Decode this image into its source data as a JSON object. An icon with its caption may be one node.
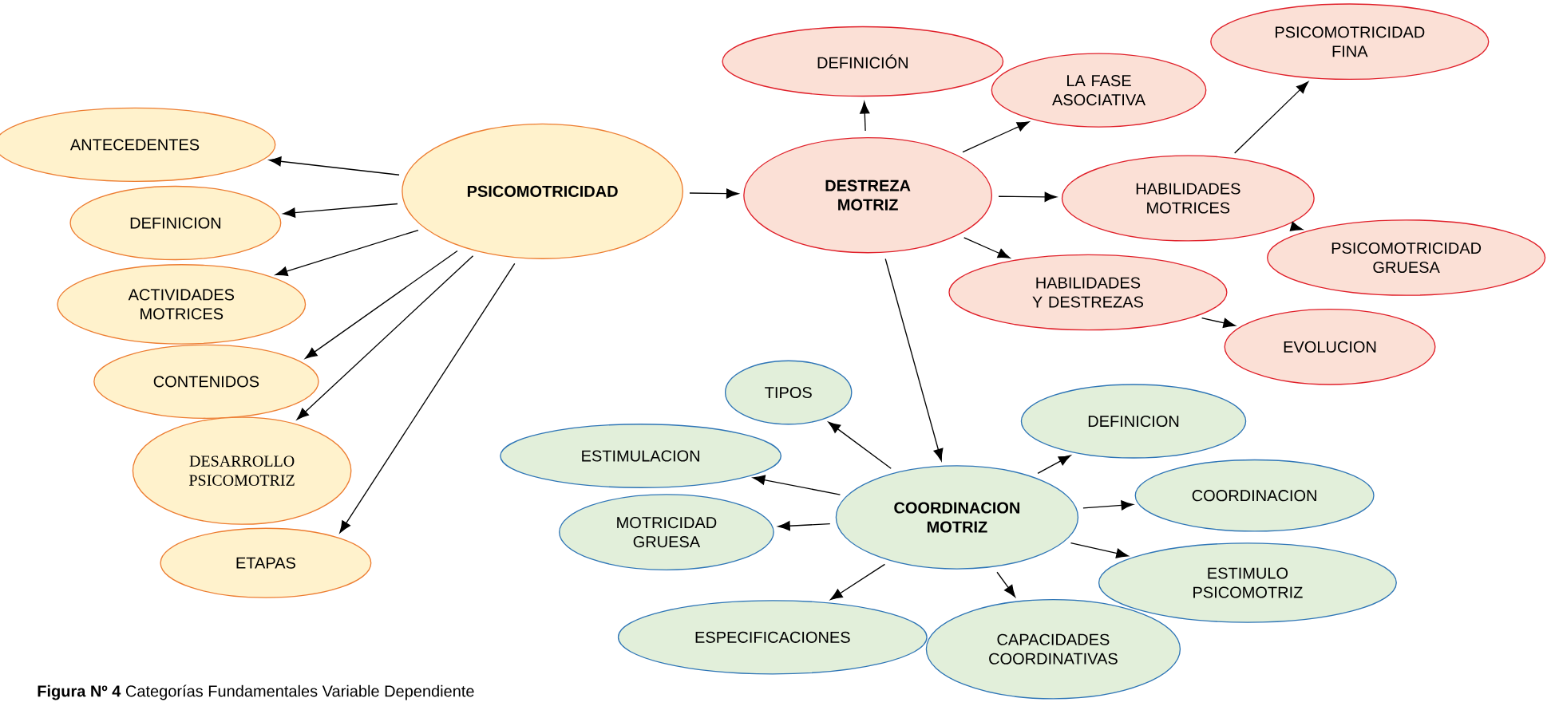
{
  "diagram": {
    "caption": "**Figura Nº 4** Categorías Fundamentales Variable Dependiente",
    "nodes": [
      {
        "text": [
          "PSICOMOTRICIDAD"
        ]
      },
      {
        "text": [
          "ANTECEDENTES"
        ]
      },
      {
        "text": [
          "DEFINICION"
        ]
      },
      {
        "text": [
          "ACTIVIDADES MOTRICES"
        ]
      },
      {
        "text": [
          "CONTENIDOS"
        ]
      },
      {
        "text": [
          "DESARROLLO PSICOMOTRIZ"
        ]
      },
      {
        "text": [
          "ETAPAS"
        ]
      },
      {
        "text": [
          "DESTREZA MOTRIZ"
        ]
      },
      {
        "text": [
          "DEFINICIÓN"
        ]
      },
      {
        "text": [
          "LA FASE ASOCIATIVA"
        ]
      },
      {
        "text": [
          "PSICOMOTRICIDAD FINA"
        ]
      },
      {
        "text": [
          "HABILIDADES MOTRICES"
        ]
      },
      {
        "text": [
          "PSICOMOTRICIDAD GRUESA"
        ]
      },
      {
        "text": [
          "HABILIDADES Y DESTREZAS"
        ]
      },
      {
        "text": [
          "EVOLUCION"
        ]
      },
      {
        "text": [
          "COORDINACION MOTRIZ"
        ]
      },
      {
        "text": [
          "TIPOS"
        ]
      },
      {
        "text": [
          "DEFINICION"
        ]
      },
      {
        "text": [
          "ESTIMULACION"
        ]
      },
      {
        "text": [
          "COORDINACION"
        ]
      },
      {
        "text": [
          "MOTRICIDAD GRUESA"
        ]
      },
      {
        "text": [
          "ESTIMULO PSICOMOTRIZ"
        ]
      },
      {
        "text": [
          "ESPECIFICACIONES"
        ]
      },
      {
        "text": [
          "CAPACIDADES COORDINATIVAS"
        ]
      }
    ],
    "edges": [
      {
        "from": 0,
        "to": 1,
        "arrow": "to"
      },
      {
        "from": 0,
        "to": 2,
        "arrow": "to"
      },
      {
        "from": 0,
        "to": 3,
        "arrow": "to"
      },
      {
        "from": 0,
        "to": 4,
        "arrow": "to"
      },
      {
        "from": 0,
        "to": 5,
        "arrow": "to"
      },
      {
        "from": 0,
        "to": 6,
        "arrow": "to"
      },
      {
        "from": 0,
        "to": 7,
        "arrow": "to"
      },
      {
        "from": 7,
        "to": 8,
        "arrow": "to"
      },
      {
        "from": 7,
        "to": 9,
        "arrow": "to"
      },
      {
        "from": 7,
        "to": 11,
        "arrow": "to"
      },
      {
        "from": 7,
        "to": 13,
        "arrow": "to"
      },
      {
        "from": 7,
        "to": 15,
        "arrow": "to"
      },
      {
        "from": 11,
        "to": 10,
        "arrow": "to"
      },
      {
        "from": 11,
        "to": 12,
        "arrow": "to"
      },
      {
        "from": 13,
        "to": 14,
        "arrow": "to"
      },
      {
        "from": 15,
        "to": 16,
        "arrow": "to"
      },
      {
        "from": 15,
        "to": 17,
        "arrow": "to"
      },
      {
        "from": 15,
        "to": 18,
        "arrow": "to"
      },
      {
        "from": 15,
        "to": 19,
        "arrow": "to"
      },
      {
        "from": 15,
        "to": 20,
        "arrow": "to"
      },
      {
        "from": 15,
        "to": 21,
        "arrow": "to"
      },
      {
        "from": 15,
        "to": 22,
        "arrow": "to"
      },
      {
        "from": 15,
        "to": 23,
        "arrow": "to"
      }
    ]
  }
}
